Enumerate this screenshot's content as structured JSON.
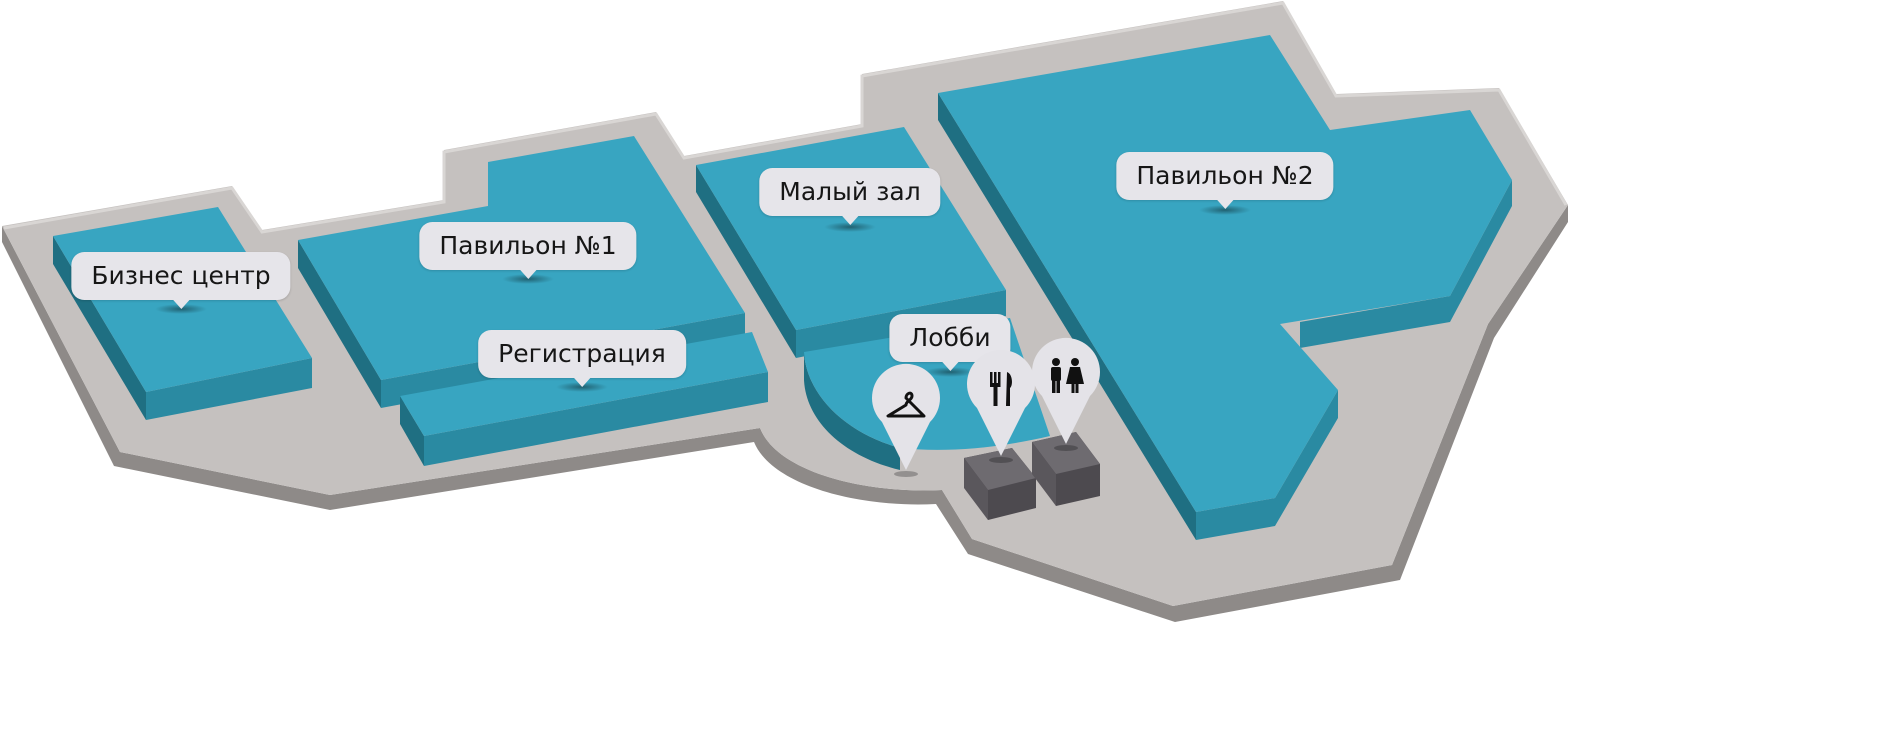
{
  "map": {
    "colors": {
      "hall_top": "#38a5c1",
      "hall_side": "#1f6f82",
      "hall_front": "#2a8aa2",
      "floor": "#c5c1bf",
      "floor_side": "#8e8a88",
      "label_bg": "#e6e5ea",
      "pin_bg": "#e4e3e8",
      "box_top": "#6e6b70",
      "box_side": "#4d4a4f"
    },
    "halls": [
      {
        "id": "business-center",
        "label": "Бизнес центр"
      },
      {
        "id": "pavilion-1",
        "label": "Павильон №1"
      },
      {
        "id": "registration",
        "label": "Регистрация"
      },
      {
        "id": "small-hall",
        "label": "Малый зал"
      },
      {
        "id": "lobby",
        "label": "Лобби"
      },
      {
        "id": "pavilion-2",
        "label": "Павильон №2"
      }
    ],
    "facilities": [
      {
        "id": "wardrobe",
        "icon": "hanger-icon",
        "glyph": "⚲"
      },
      {
        "id": "cafe",
        "icon": "fork-knife-icon",
        "glyph": "🍴"
      },
      {
        "id": "restroom",
        "icon": "restroom-icon",
        "glyph": "🚻"
      }
    ]
  }
}
